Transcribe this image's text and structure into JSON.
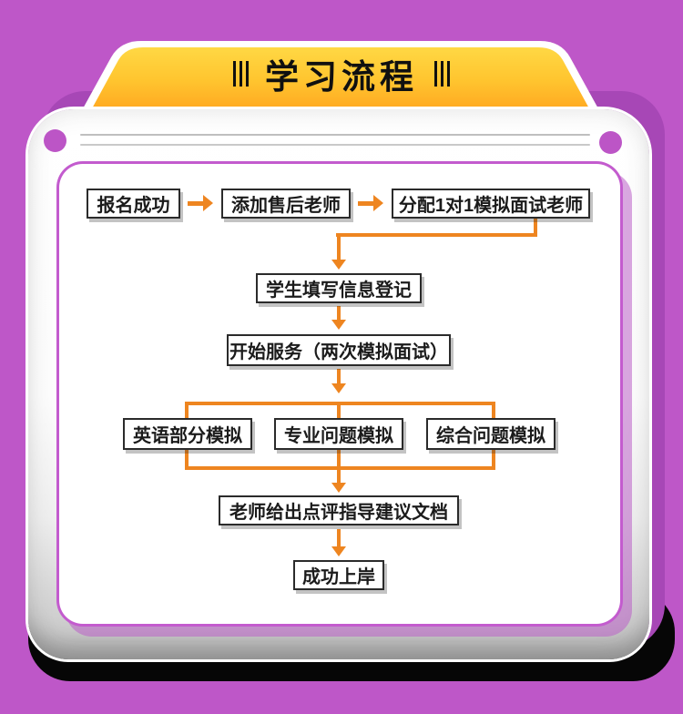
{
  "header": {
    "title": "学习流程"
  },
  "flow": {
    "row1": [
      {
        "label": "报名成功"
      },
      {
        "label": "添加售后老师"
      },
      {
        "label": "分配1对1模拟面试老师"
      }
    ],
    "step_register": {
      "label": "学生填写信息登记"
    },
    "step_service": {
      "label": "开始服务（两次模拟面试）"
    },
    "branches": [
      {
        "label": "英语部分模拟"
      },
      {
        "label": "专业问题模拟"
      },
      {
        "label": "综合问题模拟"
      }
    ],
    "step_feedback": {
      "label": "老师给出点评指导建议文档"
    },
    "step_success": {
      "label": "成功上岸"
    }
  },
  "colors": {
    "background_purple": "#BE57C8",
    "shadow_purple": "#A747B6",
    "shadow_black": "#060606",
    "tab_yellow_top": "#FFD844",
    "tab_yellow_bottom": "#FF9F1D",
    "panel_border_purple": "#C35BCE",
    "connector_orange": "#EE8520",
    "node_border": "#2B2B2B"
  }
}
